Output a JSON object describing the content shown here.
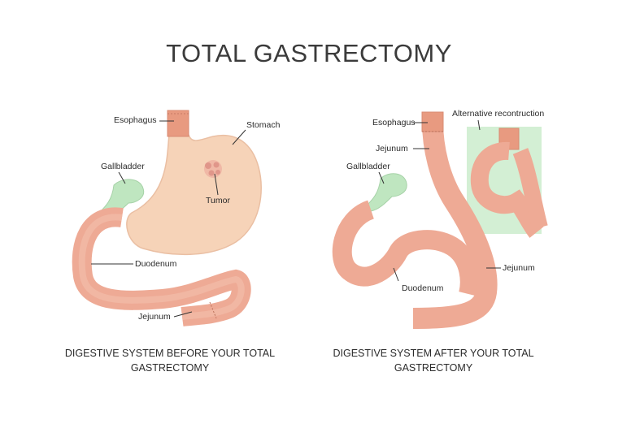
{
  "title": "TOTAL GASTRECTOMY",
  "before": {
    "caption": "DIGESTIVE SYSTEM BEFORE YOUR TOTAL GASTRECTOMY",
    "labels": {
      "esophagus": "Esophagus",
      "stomach": "Stomach",
      "gallbladder": "Gallbladder",
      "tumor": "Tumor",
      "duodenum": "Duodenum",
      "jejunum": "Jejunum"
    }
  },
  "after": {
    "caption": "DIGESTIVE SYSTEM AFTER YOUR TOTAL GASTRECTOMY",
    "labels": {
      "esophagus": "Esophagus",
      "jejunum_top": "Jejunum",
      "gallbladder": "Gallbladder",
      "alternative": "Alternative recontruction",
      "duodenum": "Duodenum",
      "jejunum_right": "Jejunum"
    }
  },
  "colors": {
    "stomach": "#f6d3b8",
    "intestine": "#eeaa95",
    "esophagus": "#e89a80",
    "gallbladder": "#bfe6c0",
    "alt_box": "#d3efd4",
    "tumor": "#e8a090"
  }
}
